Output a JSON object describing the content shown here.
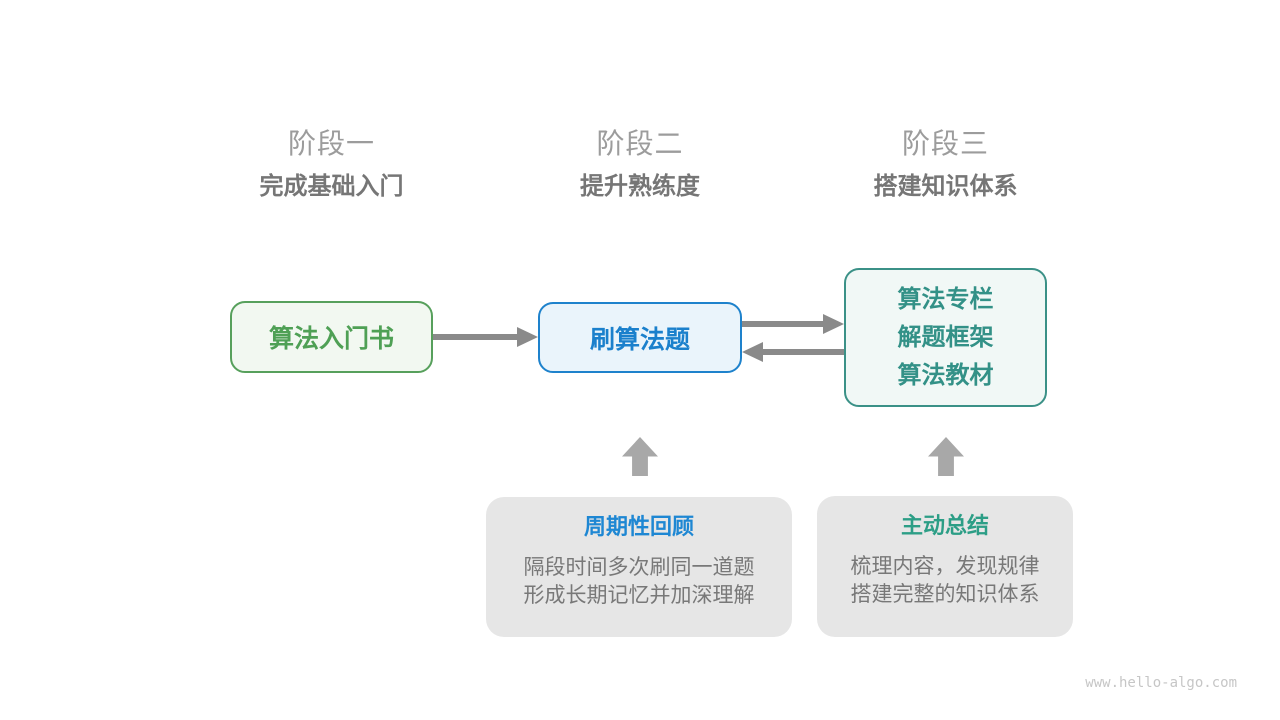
{
  "stages": [
    {
      "label": "阶段一",
      "subtitle": "完成基础入门"
    },
    {
      "label": "阶段二",
      "subtitle": "提升熟练度"
    },
    {
      "label": "阶段三",
      "subtitle": "搭建知识体系"
    }
  ],
  "nodes": {
    "stage1_box": {
      "label": "算法入门书"
    },
    "stage2_box": {
      "label": "刷算法题"
    },
    "stage3_box": {
      "lines": [
        "算法专栏",
        "解题框架",
        "算法教材"
      ]
    }
  },
  "callouts": [
    {
      "title": "周期性回顾",
      "lines": [
        "隔段时间多次刷同一道题",
        "形成长期记忆并加深理解"
      ]
    },
    {
      "title": "主动总结",
      "lines": [
        "梳理内容，发现规律",
        "搭建完整的知识体系"
      ]
    }
  ],
  "watermark": "www.hello-algo.com",
  "colors": {
    "stage_label": "#9c9c9c",
    "stage_subtitle": "#767676",
    "green_border": "#57a05c",
    "green_bg": "#f2f8f1",
    "green_text": "#4fa055",
    "blue_border": "#1e82cc",
    "blue_bg": "#eaf4fb",
    "blue_text": "#1b80cc",
    "teal_border": "#3b9187",
    "teal_bg": "#f1f8f6",
    "teal_text": "#339187",
    "connector_arrow": "#8a8a8a",
    "block_arrow": "#a8a8a8",
    "callout_bg": "#e6e6e6",
    "callout_title_blue": "#1e87d3",
    "callout_title_teal": "#2c9e86",
    "callout_body": "#787878",
    "watermark": "#c6c6c6"
  }
}
